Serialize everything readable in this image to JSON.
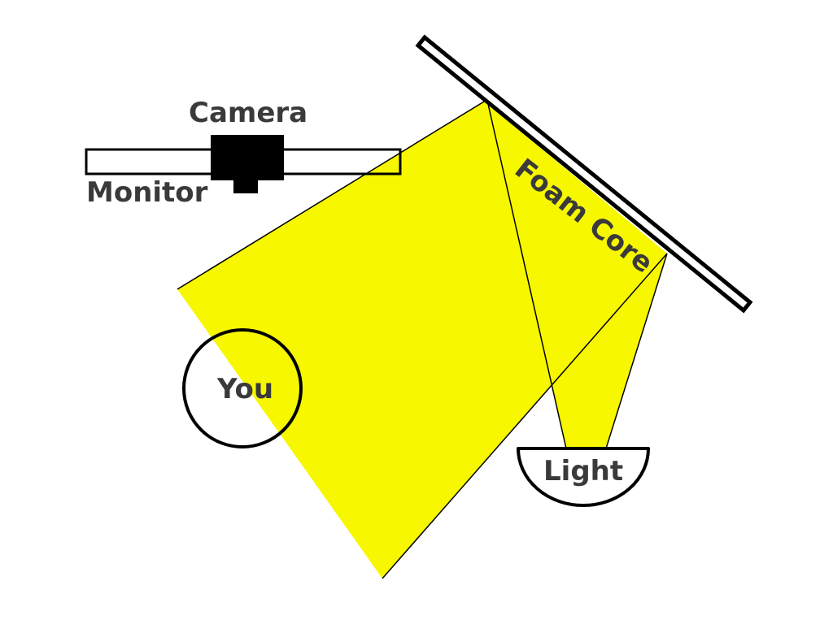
{
  "labels": {
    "camera": "Camera",
    "monitor": "Monitor",
    "foam_core": "Foam Core",
    "you": "You",
    "light": "Light"
  },
  "colors": {
    "light_beam": "#f7f700",
    "outline": "#000000",
    "label_text": "#3a3a3a",
    "background": "#ffffff"
  }
}
